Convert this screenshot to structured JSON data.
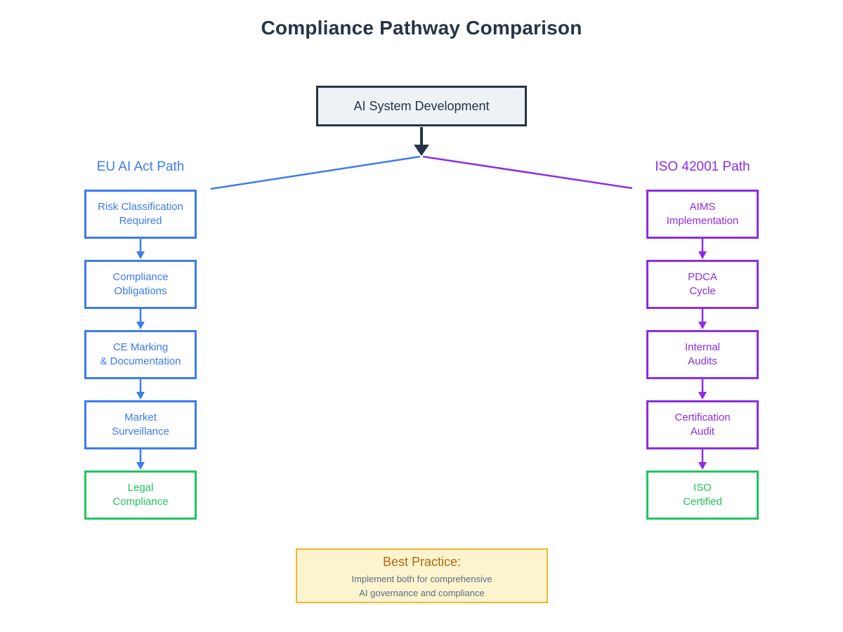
{
  "title": "Compliance Pathway Comparison",
  "root_node": {
    "label": "AI System Development"
  },
  "left_path": {
    "header": "EU AI Act Path",
    "nodes": [
      {
        "line1": "Risk Classification",
        "line2": "Required"
      },
      {
        "line1": "Compliance",
        "line2": "Obligations"
      },
      {
        "line1": "CE Marking",
        "line2": "& Documentation"
      },
      {
        "line1": "Market",
        "line2": "Surveillance"
      },
      {
        "line1": "Legal",
        "line2": "Compliance"
      }
    ]
  },
  "right_path": {
    "header": "ISO 42001 Path",
    "nodes": [
      {
        "line1": "AIMS",
        "line2": "Implementation"
      },
      {
        "line1": "PDCA",
        "line2": "Cycle"
      },
      {
        "line1": "Internal",
        "line2": "Audits"
      },
      {
        "line1": "Certification",
        "line2": "Audit"
      },
      {
        "line1": "ISO",
        "line2": "Certified"
      }
    ]
  },
  "note": {
    "title": "Best Practice:",
    "line1": "Implement both for comprehensive",
    "line2": "AI governance and compliance"
  },
  "colors": {
    "navy": "#263445",
    "blue": "#3b7cf0",
    "purple": "#8e2ce2",
    "green": "#22c55e",
    "root_fill": "#eef2f7",
    "note_fill": "#fcf3cf",
    "note_border": "#f0b62e",
    "note_title": "#b4690e",
    "note_text": "#5d6d7e"
  }
}
